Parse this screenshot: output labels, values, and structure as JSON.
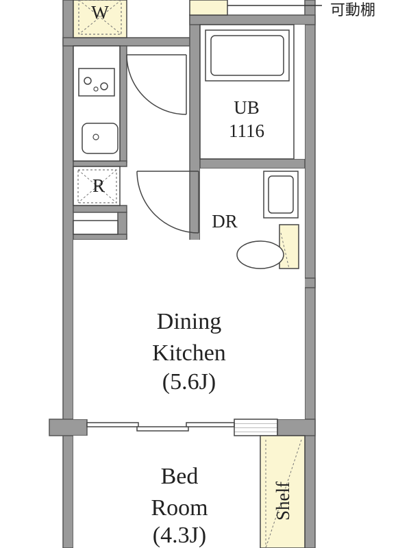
{
  "plan": {
    "colors": {
      "wall": "#9a9a9a",
      "wall_outline": "#555555",
      "floor": "#ffffff",
      "storage": "#fbf6d2",
      "line": "#444444",
      "hatch": "#777777"
    },
    "labels": {
      "washer": "W",
      "movable_shelf": "可動棚",
      "unit_bath": "UB",
      "unit_bath_size": "1116",
      "refrigerator": "R",
      "dressing_room": "DR",
      "dining_1": "Dining",
      "dining_2": "Kitchen",
      "dining_3": "(5.6J)",
      "bed_1": "Bed",
      "bed_2": "Room",
      "bed_3": "(4.3J)",
      "shelf": "Shelf"
    },
    "icons": [
      "stove-icon",
      "sink-icon",
      "bathtub-icon",
      "washbasin-icon",
      "toilet-icon",
      "door-swing-icon"
    ]
  }
}
